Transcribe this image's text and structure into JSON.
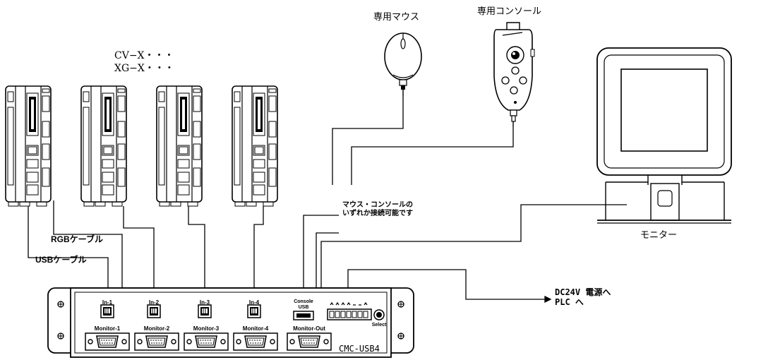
{
  "labels": {
    "cv_series": "CV−X・・・",
    "xg_series": "XG−X・・・",
    "dedicated_mouse": "専用マウス",
    "dedicated_console": "専用コンソール",
    "monitor": "モニター",
    "connect_note_line1": "マウス・コンソールの",
    "connect_note_line2": "いずれか接続可能です",
    "rgb_cable": "RGBケーブル",
    "usb_cable": "USBケーブル",
    "dc24v": "DC24V 電源へ",
    "plc": "PLC へ",
    "unit_name": "CMC-USB4"
  },
  "panel": {
    "inputs": [
      "In-1",
      "In-2",
      "In-3",
      "In-4"
    ],
    "console_usb_line1": "Console",
    "console_usb_line2": "USB",
    "monitor_ports": [
      "Monitor-1",
      "Monitor-2",
      "Monitor-3",
      "Monitor-4",
      "Monitor-Out"
    ],
    "select": "Select"
  }
}
